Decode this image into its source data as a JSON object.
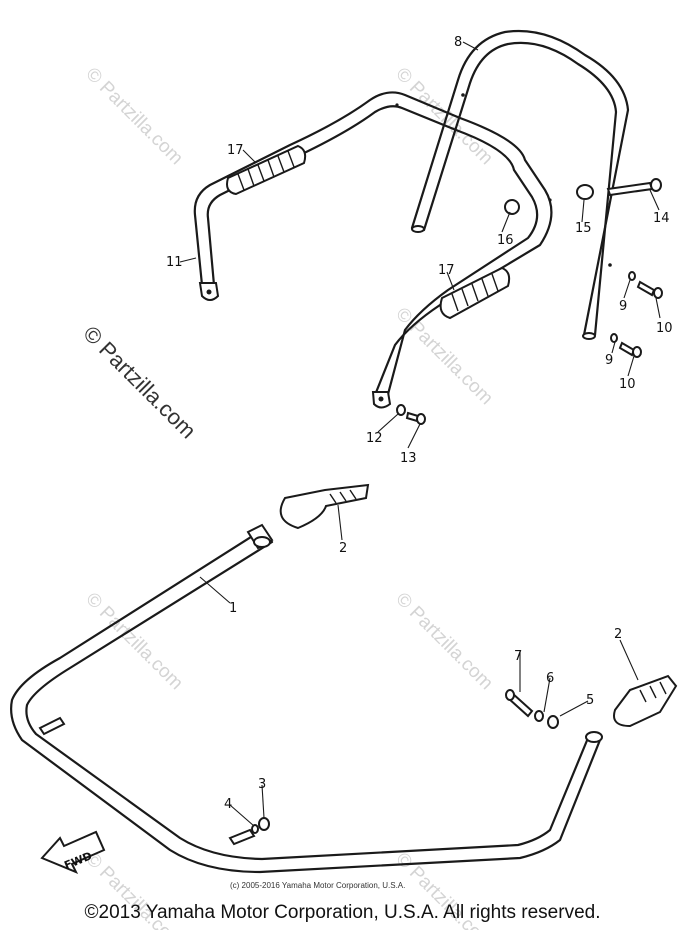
{
  "diagram": {
    "watermark": "© Partzilla.com",
    "fwd_label": "FWD",
    "small_copyright": "(c) 2005-2016 Yamaha Motor Corporation, U.S.A.",
    "part_numbers": [
      "1",
      "2",
      "2",
      "3",
      "4",
      "5",
      "6",
      "7",
      "8",
      "9",
      "9",
      "10",
      "10",
      "11",
      "12",
      "13",
      "14",
      "15",
      "16",
      "17",
      "17"
    ]
  },
  "footer": {
    "copyright": "©2013 Yamaha Motor Corporation, U.S.A. All rights reserved."
  }
}
